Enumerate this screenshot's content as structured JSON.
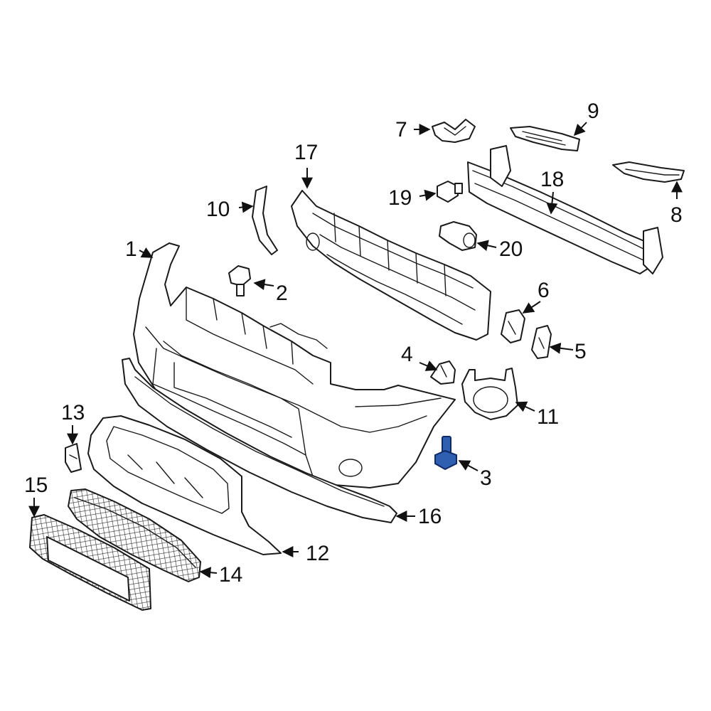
{
  "diagram": {
    "highlight_color": "#2f5fb0",
    "line_color": "#1a1a1a",
    "background": "#ffffff",
    "highlighted_part": "3",
    "callouts": [
      "1",
      "2",
      "3",
      "4",
      "5",
      "6",
      "7",
      "8",
      "9",
      "10",
      "11",
      "12",
      "13",
      "14",
      "15",
      "16",
      "17",
      "18",
      "19",
      "20"
    ]
  }
}
